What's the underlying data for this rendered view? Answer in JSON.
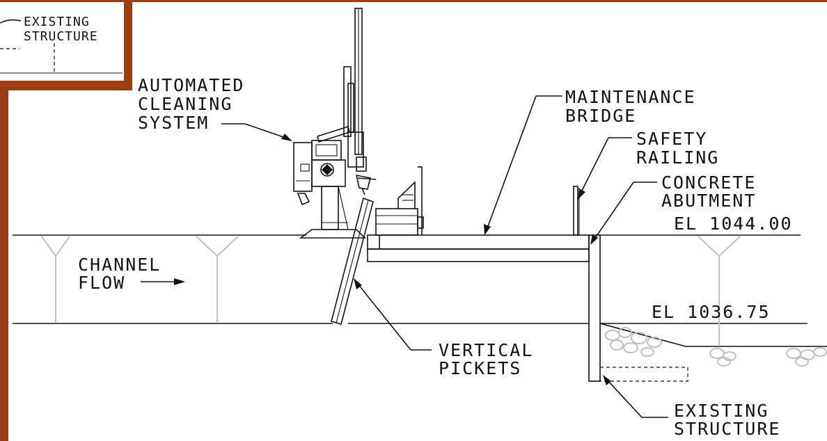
{
  "colors": {
    "border": "#9c3d14",
    "line": "#111111",
    "water_mark": "#bfbfbf"
  },
  "labels": {
    "existing_structure_top": [
      "EXISTING",
      "STRUCTURE"
    ],
    "automated_cleaning": [
      "AUTOMATED",
      "CLEANING",
      "SYSTEM"
    ],
    "maintenance_bridge": [
      "MAINTENANCE",
      "BRIDGE"
    ],
    "safety_railing": [
      "SAFETY",
      "RAILING"
    ],
    "concrete_abutment": [
      "CONCRETE",
      "ABUTMENT"
    ],
    "channel_flow": [
      "CHANNEL",
      "FLOW"
    ],
    "vertical_pickets": [
      "VERTICAL",
      "PICKETS"
    ],
    "existing_structure_bottom": [
      "EXISTING",
      "STRUCTURE"
    ]
  },
  "elevations": {
    "top": "EL 1044.00",
    "bottom": "EL 1036.75"
  }
}
